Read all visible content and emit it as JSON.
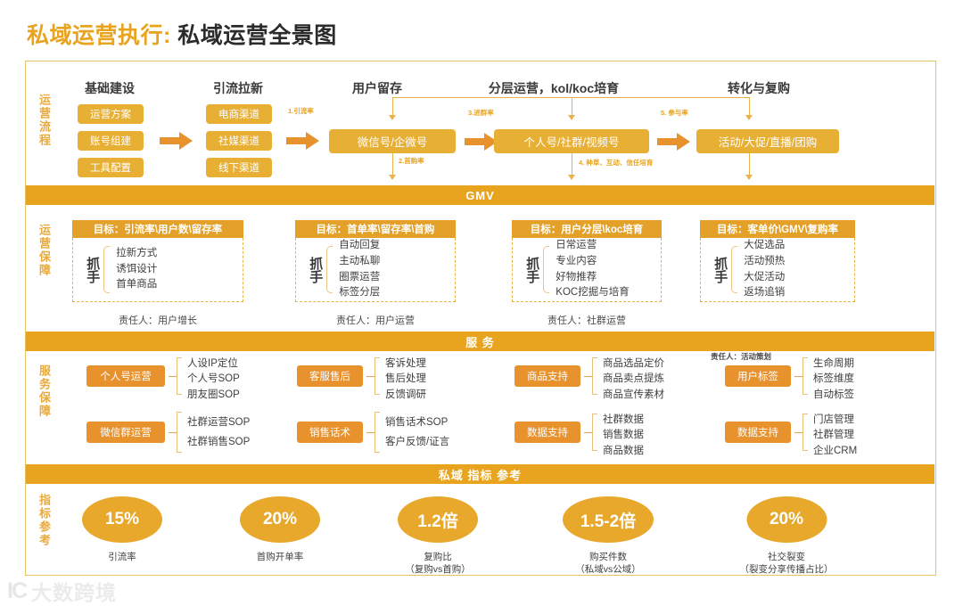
{
  "title": {
    "prefix": "私域运营执行: ",
    "main": "私域运营全景图"
  },
  "bands": {
    "gmv": "GMV",
    "service": "服 务",
    "kpi": "私域 指标 参考"
  },
  "sections": {
    "flow_label": "运营流程",
    "guarantee_label": "运营保障",
    "service_label": "服务保障",
    "kpi_label": "指标参考"
  },
  "flow": {
    "columns": [
      {
        "head": "基础建设"
      },
      {
        "head": "引流拉新"
      },
      {
        "head": "用户留存"
      },
      {
        "head": "分层运营，kol/koc培育"
      },
      {
        "head": "转化与复购"
      }
    ],
    "col1_chips": [
      "运营方案",
      "账号组建",
      "工具配置"
    ],
    "col2_chips": [
      "电商渠道",
      "社媒渠道",
      "线下渠道"
    ],
    "col3_chip": "微信号/企微号",
    "col4_chip": "个人号/社群/视频号",
    "col5_chip": "活动/大促/直播/团购",
    "step_labels": {
      "s1": "1.引流率",
      "s2": "2.首购率",
      "s3": "3.进群率",
      "s4": "4. 种草、互动、信任培育",
      "s5": "5. 参与率"
    },
    "arrow_icon": "right-arrow"
  },
  "guarantee": {
    "grab_label": "抓手",
    "cards": [
      {
        "goal": "目标：引流率\\用户数\\留存率",
        "items": [
          "拉新方式",
          "诱饵设计",
          "首单商品"
        ],
        "owner": "责任人：用户增长"
      },
      {
        "goal": "目标：首单率\\留存率\\首购",
        "items": [
          "自动回复",
          "主动私聊",
          "圈票运营",
          "标签分层"
        ],
        "owner": "责任人：用户运营"
      },
      {
        "goal": "目标：用户分层\\koc培育",
        "items": [
          "日常运营",
          "专业内容",
          "好物推荐",
          "KOC挖掘与培育"
        ],
        "owner": "责任人：社群运营"
      },
      {
        "goal": "目标：客单价\\GMV\\复购率",
        "items": [
          "大促选品",
          "活动预热",
          "大促活动",
          "返场追销"
        ],
        "owner": ""
      }
    ]
  },
  "service": {
    "owner_note": "责任人：活动策划",
    "groups": [
      {
        "box": "个人号运营",
        "items": [
          "人设IP定位",
          "个人号SOP",
          "朋友圈SOP"
        ]
      },
      {
        "box": "微信群运营",
        "items": [
          "社群运营SOP",
          "社群销售SOP"
        ]
      },
      {
        "box": "客服售后",
        "items": [
          "客诉处理",
          "售后处理",
          "反馈调研"
        ]
      },
      {
        "box": "销售话术",
        "items": [
          "销售话术SOP",
          "客户反馈/证言"
        ]
      },
      {
        "box": "商品支持",
        "items": [
          "商品选品定价",
          "商品卖点提炼",
          "商品宣传素材"
        ]
      },
      {
        "box": "数据支持",
        "items": [
          "社群数据",
          "销售数据",
          "商品数据"
        ]
      },
      {
        "box": "用户标签",
        "items": [
          "生命周期",
          "标签维度",
          "自动标签"
        ]
      },
      {
        "box": "数据支持",
        "items": [
          "门店管理",
          "社群管理",
          "企业CRM"
        ]
      }
    ]
  },
  "kpi": {
    "items": [
      {
        "value": "15%",
        "caption": "引流率",
        "sub": ""
      },
      {
        "value": "20%",
        "caption": "首购开单率",
        "sub": ""
      },
      {
        "value": "1.2倍",
        "caption": "复购比",
        "sub": "（复购vs首购）"
      },
      {
        "value": "1.5-2倍",
        "caption": "购买件数",
        "sub": "（私域vs公域）"
      },
      {
        "value": "20%",
        "caption": "社交裂变",
        "sub": "（裂变分享传播占比）"
      }
    ]
  },
  "watermark": {
    "mark": "IC",
    "text": "大数跨境"
  },
  "colors": {
    "brand_orange": "#E8A41E",
    "chip_gold": "#E8AF35",
    "service_orange": "#E8922E",
    "frame_gold": "#E7C362",
    "text_dark": "#3a3a3a"
  }
}
